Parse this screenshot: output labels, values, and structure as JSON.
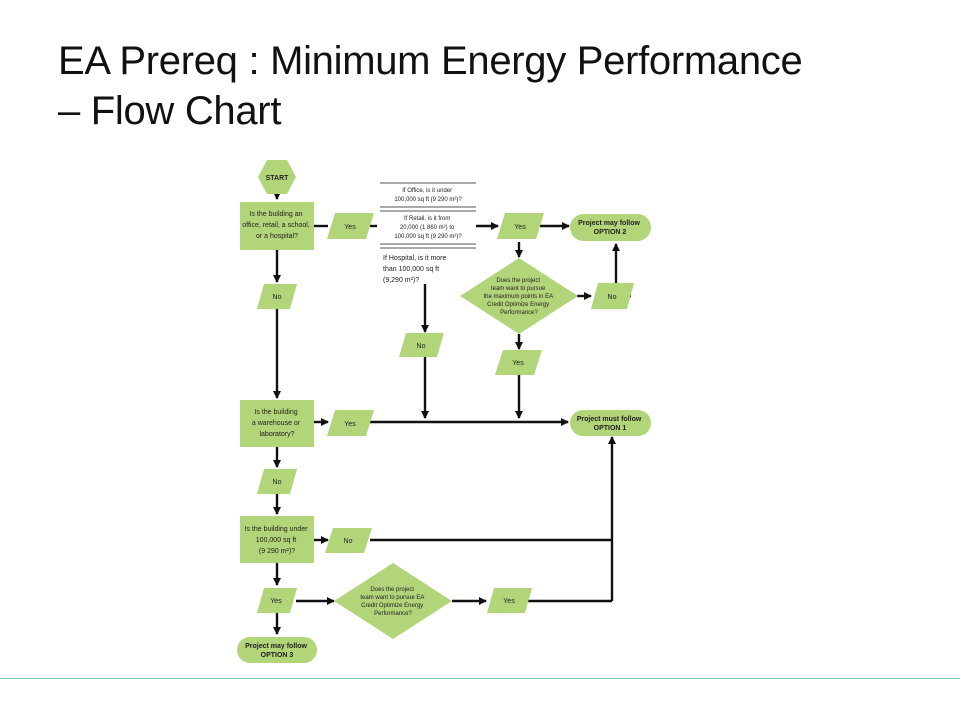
{
  "title": "EA Prereq :  Minimum Energy Performance\n– Flow Chart",
  "colors": {
    "node_fill": "#b3d57a",
    "edge": "#111111",
    "footer_rule": "#7fd1c7"
  },
  "nodes": {
    "start": "START",
    "q_office": [
      "Is the building an",
      "office, retail, a school,",
      "or a hospital?"
    ],
    "q_warehouse": [
      "Is the building",
      "a warehouse or",
      "laboratory?"
    ],
    "q_size": [
      "Is the building under",
      "100,000 sq ft",
      "(9 290 m²)?"
    ],
    "q_team2": [
      "Does the project",
      "team want to pursue",
      "the maximum points in EA",
      "Credit Optimize Energy",
      "Performance?"
    ],
    "q_team3": [
      "Does the project",
      "team want to pursue EA",
      "Credit Optimize Energy",
      "Performance?"
    ],
    "criteria_office": [
      "If Office, is it under",
      "100,000 sq ft (9 290 m²)?"
    ],
    "criteria_retail": [
      "If Retail, is it from",
      "20,000 (1 860 m²) to",
      "100,000 sq ft (9 290 m²)?"
    ],
    "criteria_hospital": [
      "If Hospital, is it more",
      "than 100,000 sq ft",
      "(9,290 m²)?"
    ],
    "opt2": [
      "Project may follow",
      "OPTION 2"
    ],
    "opt1": [
      "Project must follow",
      "OPTION 1"
    ],
    "opt3": [
      "Project may follow",
      "OPTION 3"
    ]
  },
  "answers": {
    "yes": "Yes",
    "no": "No"
  }
}
